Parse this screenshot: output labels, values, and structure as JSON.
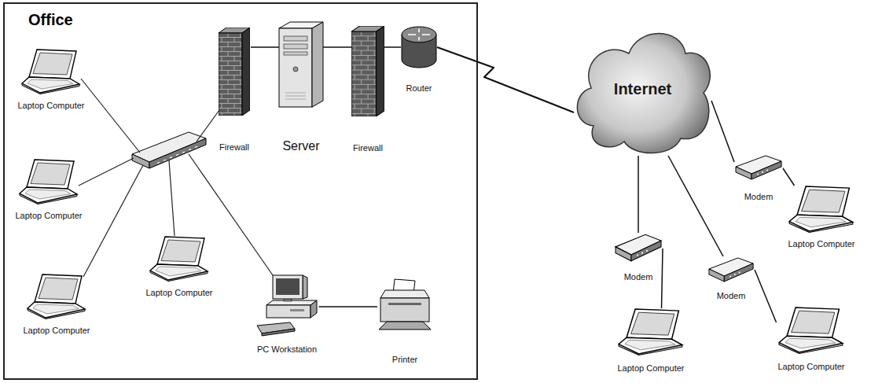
{
  "diagram": {
    "nodes": [
      {
        "text": [
          "Office"
        ]
      },
      {
        "text": [
          "Laptop Computer"
        ],
        "in": 0
      },
      {
        "text": [
          "Laptop Computer"
        ],
        "in": 0
      },
      {
        "text": [
          "Laptop Computer"
        ],
        "in": 0
      },
      {
        "text": [
          "Laptop Computer"
        ],
        "in": 0
      },
      {
        "text": [
          "Firewall"
        ],
        "in": 0
      },
      {
        "text": [
          "Server"
        ],
        "in": 0
      },
      {
        "text": [
          "Firewall"
        ],
        "in": 0
      },
      {
        "text": [
          "Router"
        ],
        "in": 0
      },
      {
        "text": [
          "PC Workstation"
        ],
        "in": 0
      },
      {
        "text": [
          "Printer"
        ],
        "in": 0
      },
      {
        "text": [
          "Internet"
        ]
      },
      {
        "text": [
          "Modem"
        ]
      },
      {
        "text": [
          "Laptop Computer"
        ]
      },
      {
        "text": [
          "Modem"
        ]
      },
      {
        "text": [
          "Modem"
        ]
      },
      {
        "text": [
          "Laptop Computer"
        ]
      },
      {
        "text": [
          "Laptop Computer"
        ]
      }
    ],
    "edges": [
      {
        "from": 5,
        "to": 6,
        "arrow": "none"
      },
      {
        "from": 6,
        "to": 7,
        "arrow": "none"
      },
      {
        "from": 7,
        "to": 8,
        "arrow": "none"
      },
      {
        "from": 8,
        "to": 11,
        "arrow": "none"
      },
      {
        "from": 9,
        "to": 10,
        "arrow": "none"
      },
      {
        "from": 11,
        "to": 12,
        "arrow": "none"
      },
      {
        "from": 11,
        "to": 14,
        "arrow": "none"
      },
      {
        "from": 11,
        "to": 15,
        "arrow": "none"
      },
      {
        "from": 12,
        "to": 13,
        "arrow": "none"
      },
      {
        "from": 14,
        "to": 16,
        "arrow": "none"
      },
      {
        "from": 15,
        "to": 17,
        "arrow": "none"
      }
    ]
  }
}
